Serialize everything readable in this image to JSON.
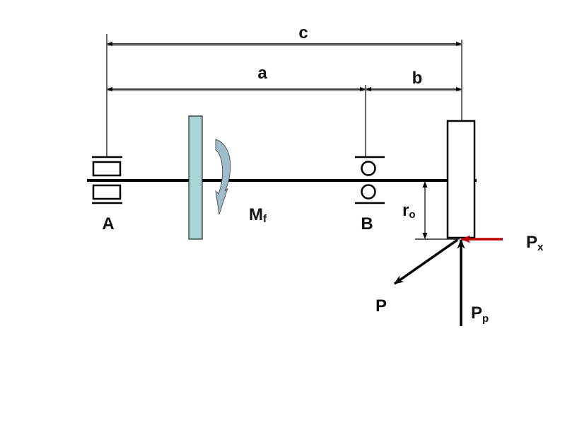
{
  "dimensions": {
    "c": "c",
    "a": "a",
    "b": "b"
  },
  "labels": {
    "bearing_a": "A",
    "bearing_b": "B",
    "moment_main": "M",
    "moment_sub": "f",
    "radius_main": "r",
    "radius_sub": "o",
    "force_p": "P",
    "force_px_main": "P",
    "force_px_sub": "x",
    "force_pp_main": "P",
    "force_pp_sub": "p"
  },
  "colors": {
    "line": "#000000",
    "disk_fill": "#a8d4d4",
    "moment_arrow": "#9fbcc8",
    "force_px": "#c00000"
  }
}
